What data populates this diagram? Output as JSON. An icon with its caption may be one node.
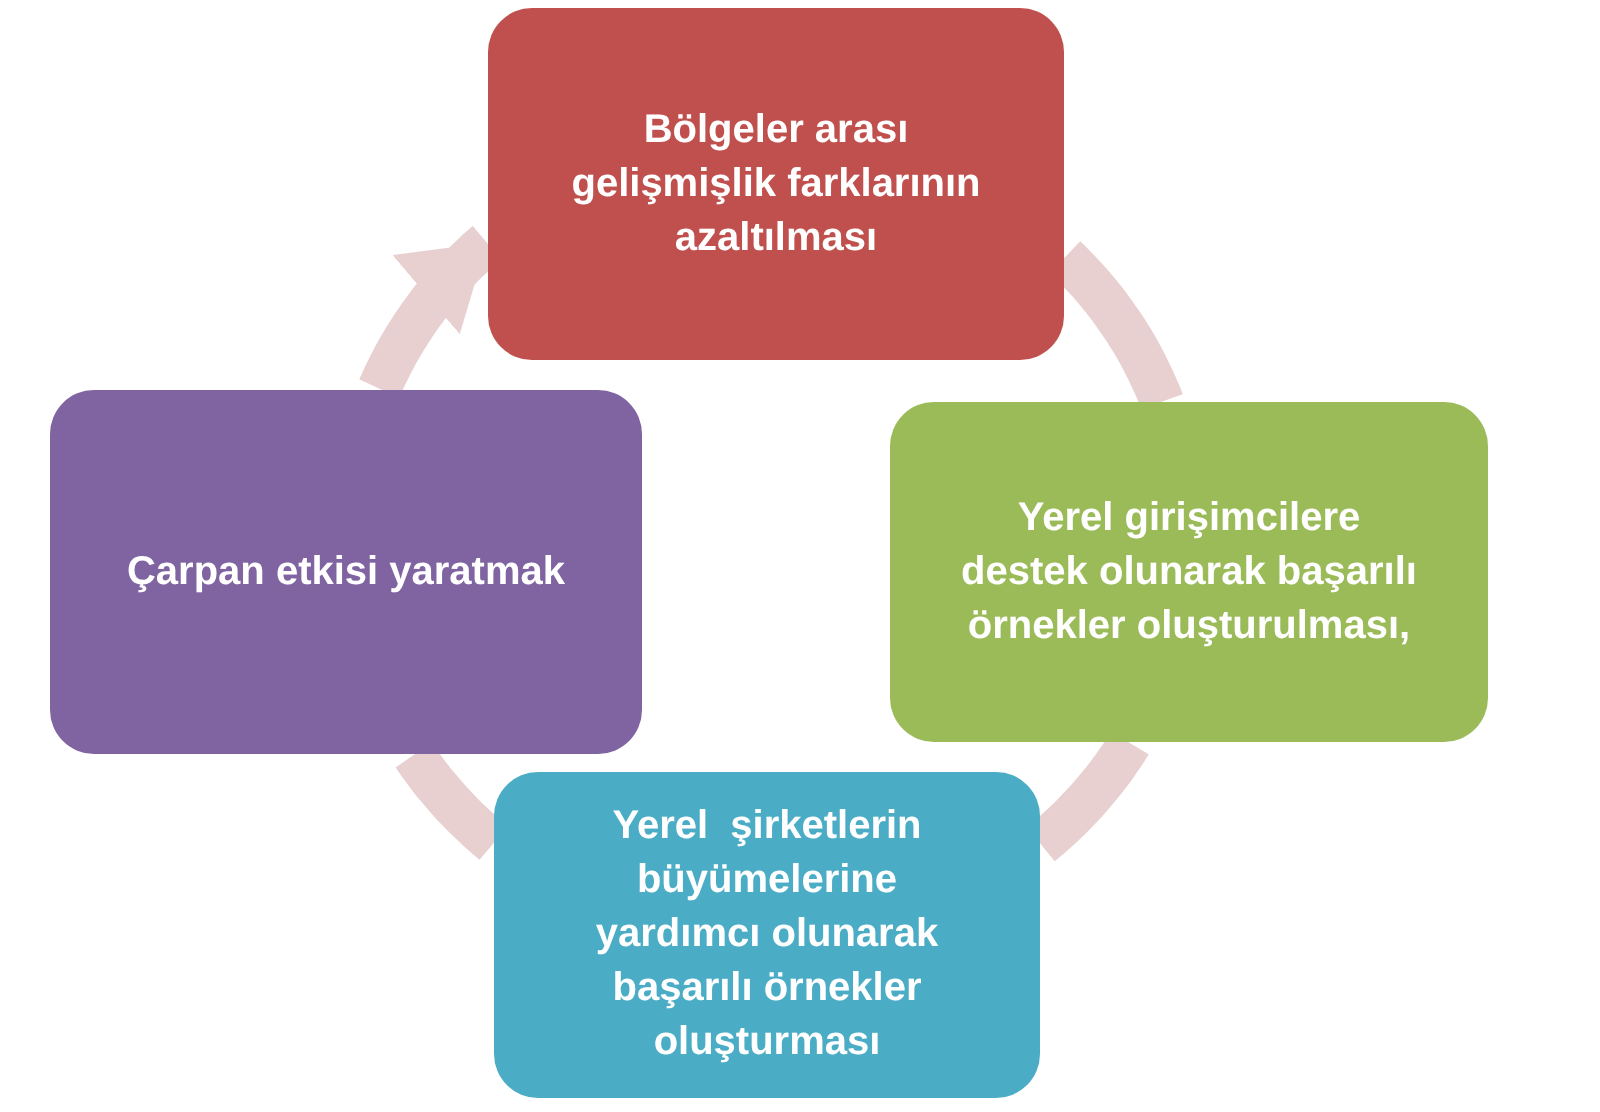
{
  "diagram": {
    "nodes": [
      {
        "text": [
          "Bölgeler arası gelişmişlik farklarının azaltılması"
        ]
      },
      {
        "text": [
          "Yerel girişimcilere destek olunarak başarılı örnekler oluşturulması,"
        ]
      },
      {
        "text": [
          "Yerel  şirketlerin büyümelerine yardımcı olunarak başarılı örnekler oluşturması"
        ]
      },
      {
        "text": [
          "Çarpan etkisi yaratmak"
        ]
      }
    ],
    "edges": [
      {
        "from": 0,
        "to": 1,
        "arrow": "none"
      },
      {
        "from": 1,
        "to": 2,
        "arrow": "none"
      },
      {
        "from": 2,
        "to": 3,
        "arrow": "none"
      },
      {
        "from": 3,
        "to": 0,
        "arrow": "to"
      }
    ]
  }
}
